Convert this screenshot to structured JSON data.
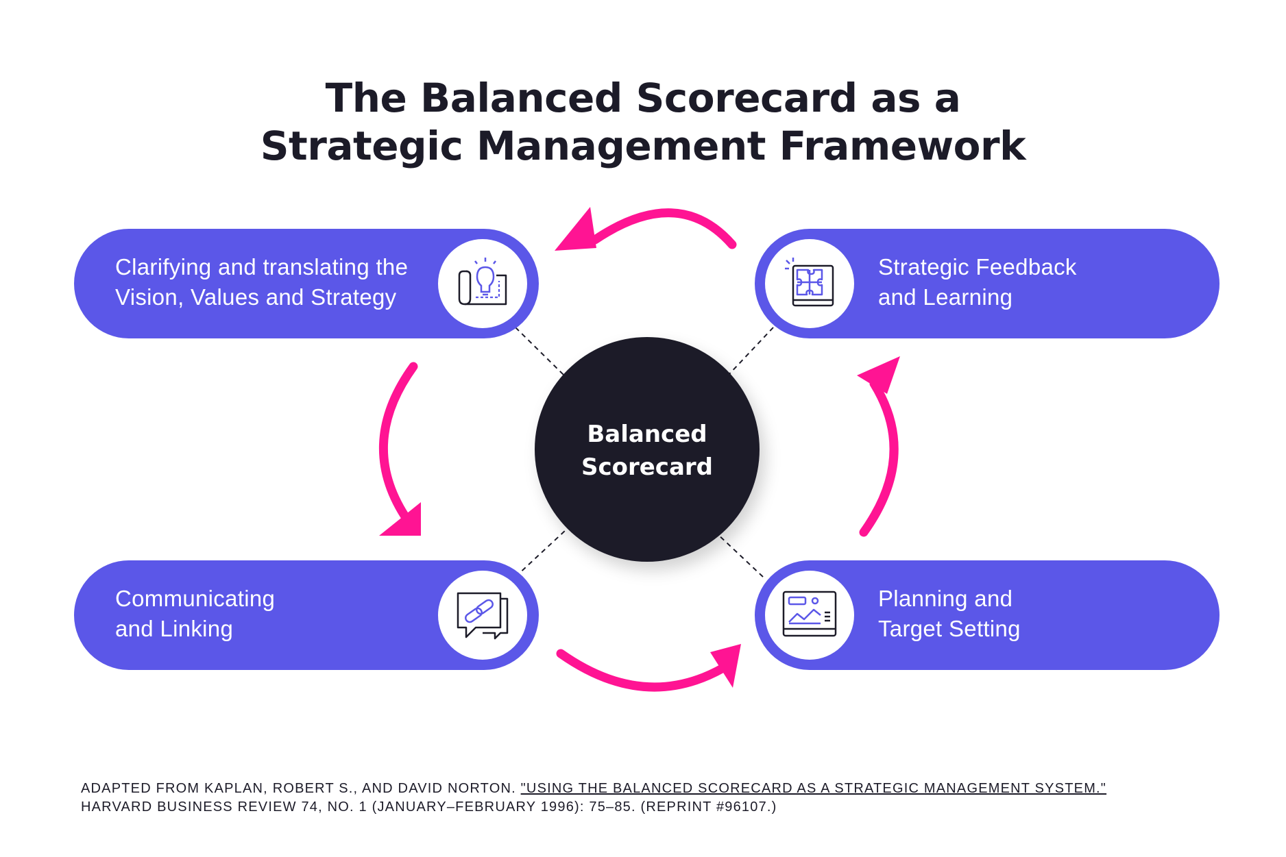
{
  "title": {
    "line1": "The Balanced Scorecard as a",
    "line2": "Strategic Management Framework"
  },
  "center": {
    "line1": "Balanced",
    "line2": "Scorecard"
  },
  "nodes": [
    {
      "id": "vision",
      "line1": "Clarifying and translating the",
      "line2": "Vision, Values and Strategy",
      "icon": "lightbulb-blueprint-icon"
    },
    {
      "id": "feedback",
      "line1": "Strategic Feedback",
      "line2": "and Learning",
      "icon": "puzzle-icon"
    },
    {
      "id": "communicating",
      "line1": "Communicating",
      "line2": "and Linking",
      "icon": "chat-link-icon"
    },
    {
      "id": "planning",
      "line1": "Planning and",
      "line2": "Target Setting",
      "icon": "dashboard-chart-icon"
    }
  ],
  "source": {
    "prefix": "ADAPTED FROM KAPLAN, ROBERT S., AND DAVID NORTON.",
    "link": "\"USING THE BALANCED SCORECARD AS A STRATEGIC MANAGEMENT SYSTEM.\"",
    "line2": "HARVARD BUSINESS REVIEW 74, NO. 1 (JANUARY–FEBRUARY 1996): 75–85. (REPRINT #96107.)"
  },
  "colors": {
    "pill": "#5b57e8",
    "arrow": "#ff1493",
    "dark": "#1c1b28",
    "icon_accent": "#5b57e8"
  }
}
